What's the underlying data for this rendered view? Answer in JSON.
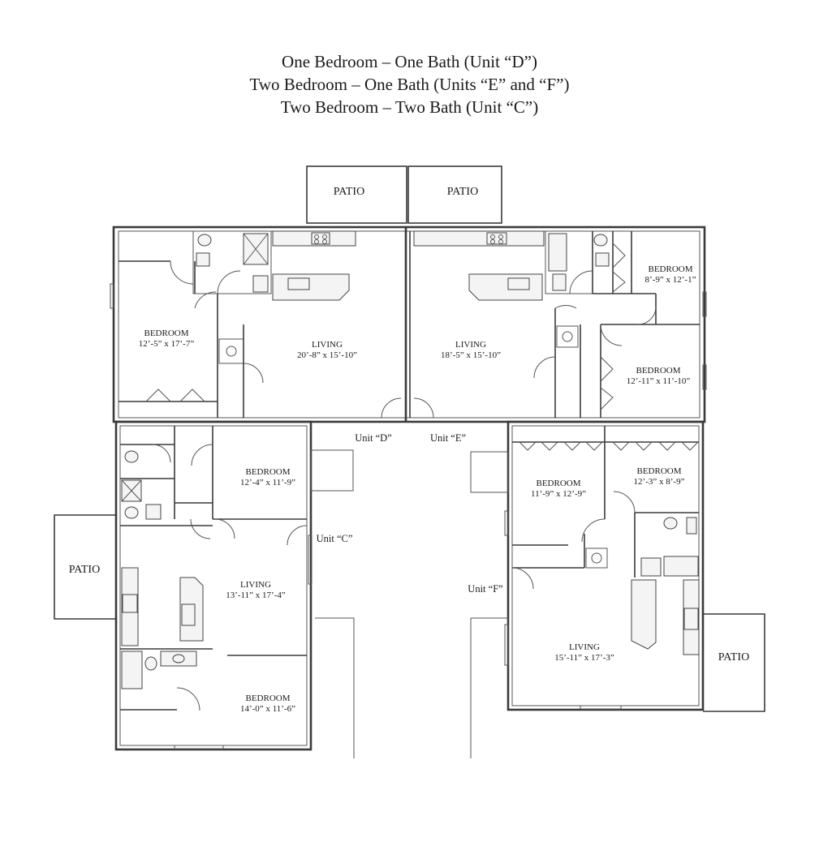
{
  "headings": [
    "One Bedroom – One Bath (Unit “D”)",
    "Two Bedroom – One Bath (Units “E” and “F”)",
    "Two Bedroom – Two Bath (Unit “C”)"
  ],
  "patios": {
    "d": "PATIO",
    "e": "PATIO",
    "c": "PATIO",
    "f": "PATIO"
  },
  "unit_labels": {
    "d": "Unit “D”",
    "e": "Unit “E”",
    "c": "Unit “C”",
    "f": "Unit “F”"
  },
  "rooms": {
    "d_bedroom": {
      "name": "BEDROOM",
      "size": "12’-5” x 17’-7”"
    },
    "d_living": {
      "name": "LIVING",
      "size": "20’-8” x 15’-10”"
    },
    "e_living": {
      "name": "LIVING",
      "size": "18’-5” x 15’-10”"
    },
    "e_bedroom1": {
      "name": "BEDROOM",
      "size": "8’-9” x 12’-1”"
    },
    "e_bedroom2": {
      "name": "BEDROOM",
      "size": "12’-11” x 11’-10”"
    },
    "c_bedroom1": {
      "name": "BEDROOM",
      "size": "12’-4” x 11’-9”"
    },
    "c_living": {
      "name": "LIVING",
      "size": "13’-11” x 17’-4”"
    },
    "c_bedroom2": {
      "name": "BEDROOM",
      "size": "14’-0” x 11’-6”"
    },
    "f_bedroom1": {
      "name": "BEDROOM",
      "size": "11’-9” x 12’-9”"
    },
    "f_bedroom2": {
      "name": "BEDROOM",
      "size": "12’-3” x 8’-9”"
    },
    "f_living": {
      "name": "LIVING",
      "size": "15’-11” x 17’-3”"
    }
  }
}
